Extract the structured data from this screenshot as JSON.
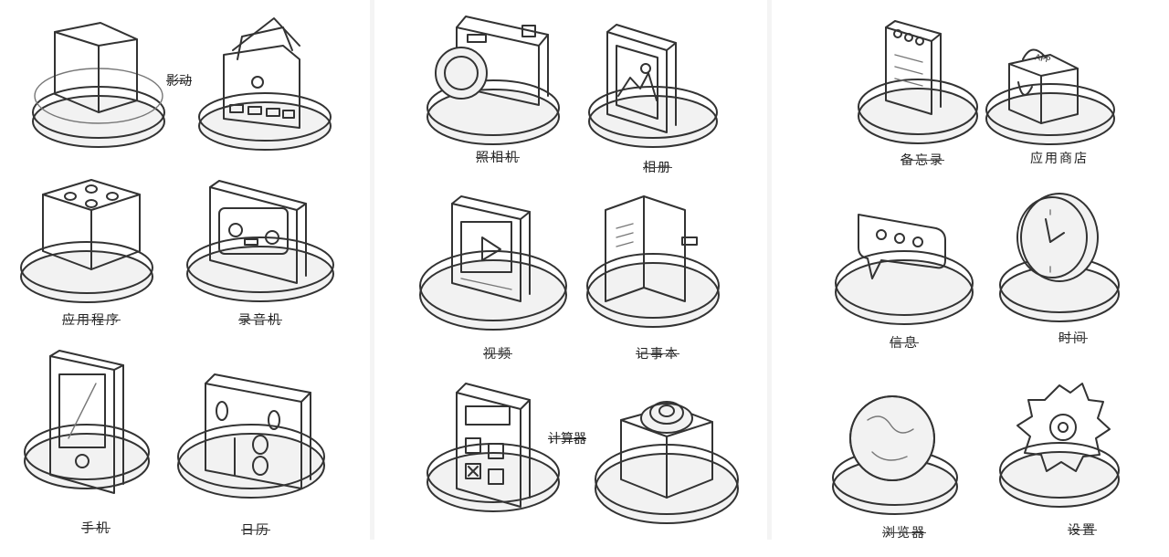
{
  "panels": [
    {
      "icons": [
        {
          "name": "cube",
          "label": ""
        },
        {
          "name": "folder",
          "label": ""
        },
        {
          "name": "dice-cube",
          "label": "应用程序"
        },
        {
          "name": "cassette",
          "label": "录音机"
        },
        {
          "name": "phone",
          "label": "手机"
        },
        {
          "name": "calendar",
          "label": "日历"
        }
      ],
      "side_label": "影动"
    },
    {
      "icons": [
        {
          "name": "camera",
          "label": "照相机"
        },
        {
          "name": "photo-frame",
          "label": "相册"
        },
        {
          "name": "video-player",
          "label": "视频"
        },
        {
          "name": "notebook",
          "label": "记事本"
        },
        {
          "name": "calculator",
          "label": ""
        },
        {
          "name": "speaker-box",
          "label": ""
        }
      ],
      "side_label": "计算器"
    },
    {
      "icons": [
        {
          "name": "memo-pad",
          "label": "备忘录"
        },
        {
          "name": "shopping-bag",
          "label": "应用商店"
        },
        {
          "name": "chat-bubble",
          "label": "信息"
        },
        {
          "name": "clock",
          "label": "时间"
        },
        {
          "name": "globe",
          "label": "浏览器"
        },
        {
          "name": "gear",
          "label": "设置"
        }
      ]
    }
  ],
  "bag_text": "APP"
}
